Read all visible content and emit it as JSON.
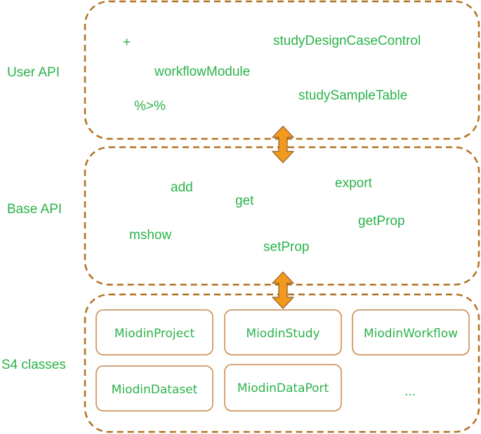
{
  "colors": {
    "text_green": "#2bb34a",
    "border_brown": "#b0711f",
    "box_brown": "#c8864a",
    "arrow_orange": "#f39a1e",
    "arrow_outline": "#8a5a2a"
  },
  "layers": [
    {
      "label": "User API",
      "terms": [
        "+",
        "studyDesignCaseControl",
        "workflowModule",
        "studySampleTable",
        "%>%"
      ]
    },
    {
      "label": "Base API",
      "terms": [
        "add",
        "export",
        "get",
        "getProp",
        "mshow",
        "setProp"
      ]
    },
    {
      "label": "S4 classes",
      "classes": [
        "MiodinProject",
        "MiodinStudy",
        "MiodinWorkflow",
        "MiodinDataset",
        "MiodinDataPort"
      ],
      "ellipsis": "..."
    }
  ],
  "icons": [
    "double-arrow-icon",
    "double-arrow-icon"
  ]
}
